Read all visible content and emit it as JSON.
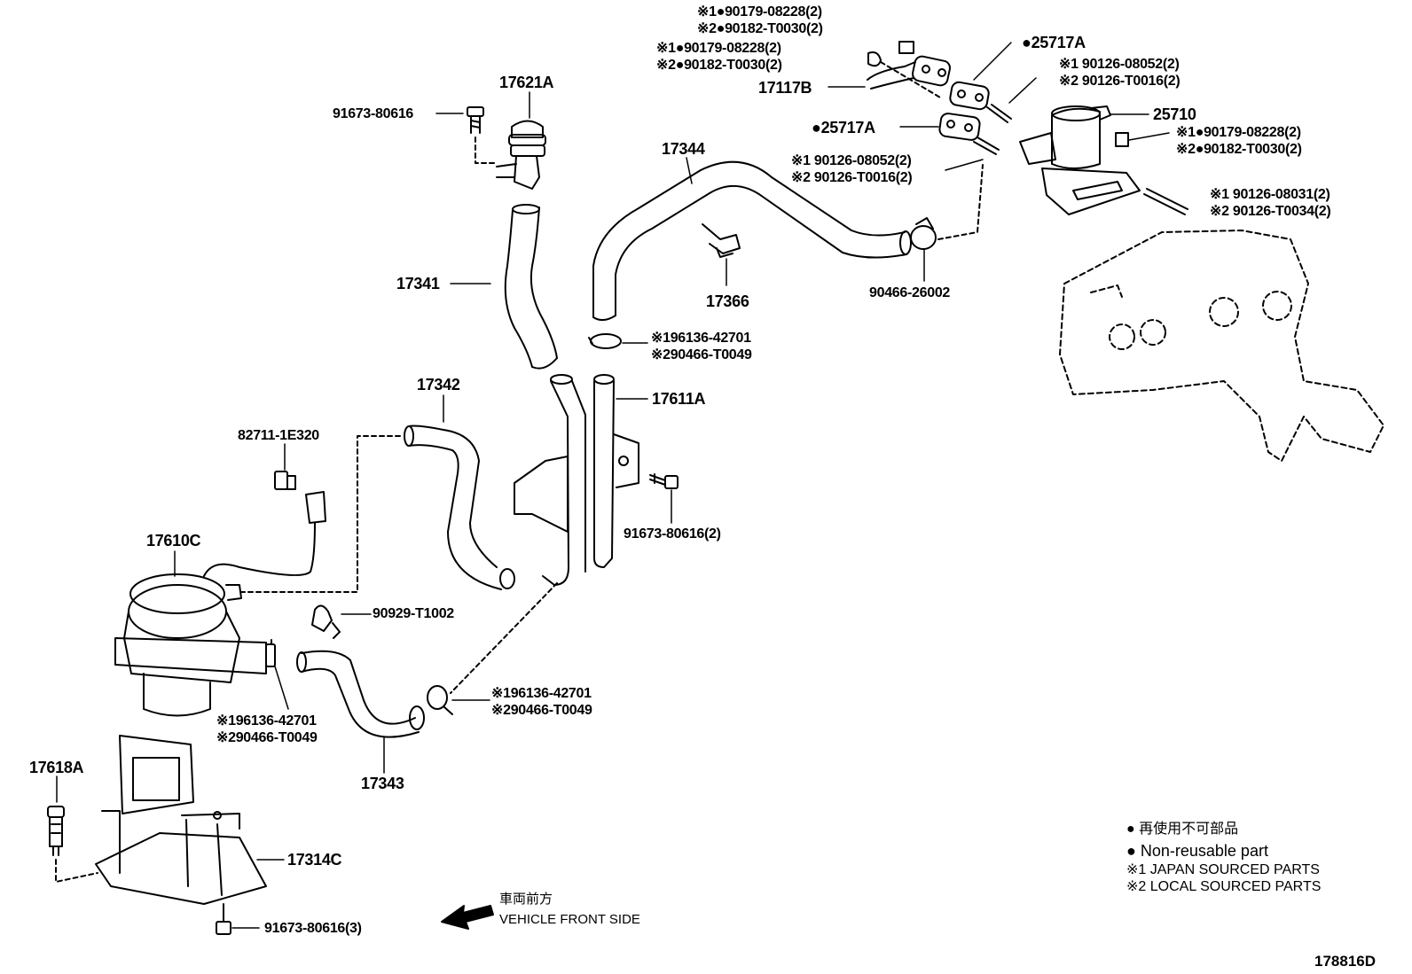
{
  "labels": {
    "p17621A": "17621A",
    "p91673_80616_top": "91673-80616",
    "p17341": "17341",
    "p17344": "17344",
    "p17366": "17366",
    "p90466_26002": "90466-26002",
    "p17342": "17342",
    "p82711": "82711-1E320",
    "p17610C": "17610C",
    "p17611A": "17611A",
    "p91673_80616_2": "91673-80616(2)",
    "p90929": "90929-T1002",
    "p17343": "17343",
    "p17618A": "17618A",
    "p17314C": "17314C",
    "p91673_80616_3": "91673-80616(3)",
    "p25717A_top": "●25717A",
    "p25717A_mid": "●25717A",
    "p17117B": "17117B",
    "p25710": "25710",
    "clampA1": "※196136-42701",
    "clampA2": "※290466-T0049",
    "clampB1": "※196136-42701",
    "clampB2": "※290466-T0049",
    "clampC1": "※196136-42701",
    "clampC2": "※290466-T0049",
    "topRight1": "※1●90179-08228(2)",
    "topRight2": "※2●90182-T0030(2)",
    "topLeft1": "※1●90179-08228(2)",
    "topLeft2": "※2●90182-T0030(2)",
    "stud1a": "※1 90126-08052(2)",
    "stud1b": "※2 90126-T0016(2)",
    "stud2a": "※1 90126-08052(2)",
    "stud2b": "※2 90126-T0016(2)",
    "nut25710a": "※1●90179-08228(2)",
    "nut25710b": "※2●90182-T0030(2)",
    "stud3a": "※1  90126-08031(2)",
    "stud3b": "※2  90126-T0034(2)"
  },
  "legend": {
    "jp_nonreusable": "● 再使用不可部品",
    "en_nonreusable": "● Non-reusable part",
    "note1": "※1 JAPAN SOURCED PARTS",
    "note2": "※2 LOCAL SOURCED PARTS"
  },
  "front": {
    "jp": "車両前方",
    "en": "VEHICLE FRONT SIDE"
  },
  "diagram_id": "178816D"
}
